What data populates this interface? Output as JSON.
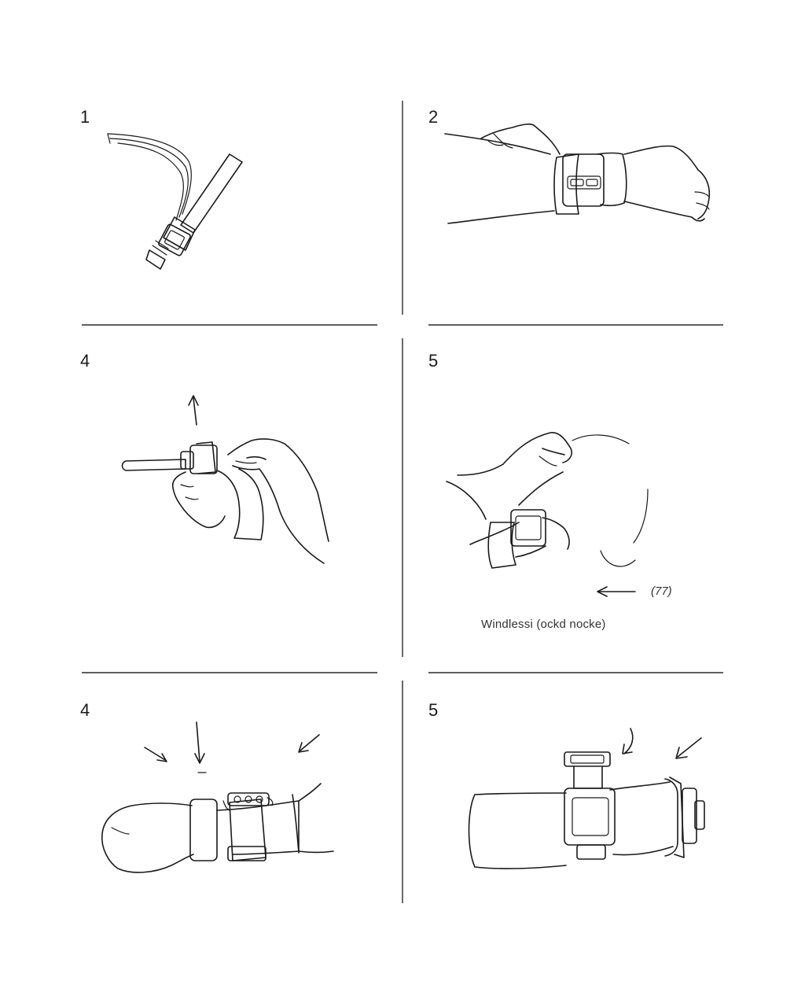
{
  "panels": [
    {
      "step": "1",
      "icon": "tourniquet-strap-icon"
    },
    {
      "step": "2",
      "icon": "strap-on-arm-icon"
    },
    {
      "step": "4",
      "icon": "tighten-strap-icon"
    },
    {
      "step": "5",
      "icon": "windlass-twist-icon",
      "note": "(77)",
      "caption": "Windlessi (ockd nocke)"
    },
    {
      "step": "4",
      "icon": "secured-arm-icon"
    },
    {
      "step": "5",
      "icon": "windlass-locked-icon"
    }
  ]
}
